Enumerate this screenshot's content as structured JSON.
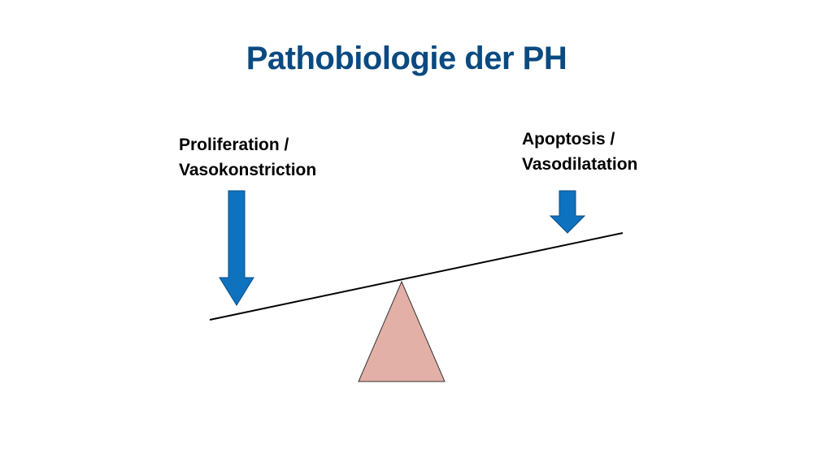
{
  "slide": {
    "title": "Pathobiologie der PH",
    "left_label": {
      "line1": "Proliferation /",
      "line2": "Vasokonstriction"
    },
    "right_label": {
      "line1": "Apoptosis /",
      "line2": "Vasodilatation"
    }
  },
  "colors": {
    "title": "#0b4a80",
    "arrow_fill": "#0f72bf",
    "arrow_stroke": "#0a4f86",
    "fulcrum_fill": "#e2b0a6",
    "fulcrum_stroke": "#333333",
    "beam": "#000000"
  }
}
